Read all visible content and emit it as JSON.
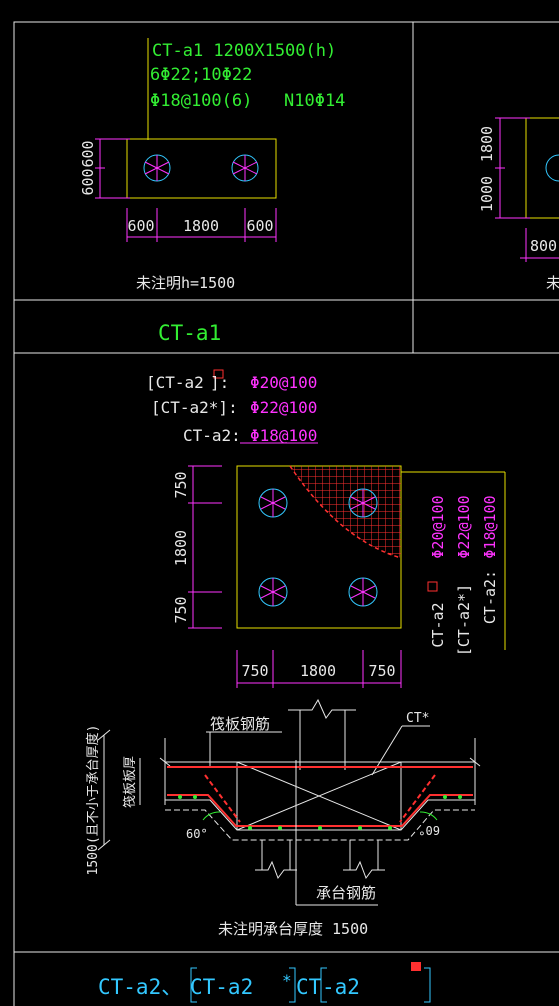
{
  "colors": {
    "background": "#000000",
    "frame": "#e8e8e8",
    "green": "#33ee33",
    "yellow": "#e8e000",
    "magenta": "#ff33ff",
    "cyan": "#33c8ff",
    "red": "#ff3030",
    "white": "#ffffff"
  },
  "ct_a1": {
    "spec_line1": "CT-a1 1200X1500(h)",
    "spec_line2": "6Φ22;10Φ22",
    "spec_line3a": "Φ18@100(6)",
    "spec_line3b": "N10Φ14",
    "dim_v1": "600",
    "dim_v2": "600",
    "dim_h1": "600",
    "dim_h2": "1800",
    "dim_h3": "600",
    "note": "未注明h=1500",
    "label": "CT-a1"
  },
  "ct_right_partial": {
    "dim_v1": "1800",
    "dim_v2": "1000",
    "dim_h1": "800",
    "note_fragment": "未"
  },
  "ct_a2": {
    "leg1_name": "[CT-a2",
    "leg1_suffix": "]:",
    "leg1_value": "Φ20@100",
    "leg2_name": "[CT-a2*]:",
    "leg2_value": "Φ22@100",
    "leg3_name": "CT-a2:",
    "leg3_value": "Φ18@100",
    "dim_v1": "750",
    "dim_v2": "1800",
    "dim_v3": "750",
    "dim_h1": "750",
    "dim_h2": "1800",
    "dim_h3": "750",
    "rot_values": [
      "Φ20@100",
      "Φ22@100",
      "Φ18@100"
    ],
    "rot_names": [
      "CT-a2",
      "[CT-a2*]",
      "CT-a2:"
    ]
  },
  "section": {
    "label_raft_rebar": "筏板钢筋",
    "label_ct_star": "CT*",
    "label_raft_thk": "筏板板厚",
    "label_thk_note": "1500(且不小于承台厚度)",
    "angle_left": "60°",
    "angle_right": "60°",
    "label_cap_rebar": "承台钢筋",
    "note": "未注明承台厚度 1500"
  },
  "footer": {
    "text_a": "CT-a2、",
    "text_b": "CT-a2",
    "text_c": "*",
    "text_d": "CT",
    "text_e": "-a2"
  }
}
